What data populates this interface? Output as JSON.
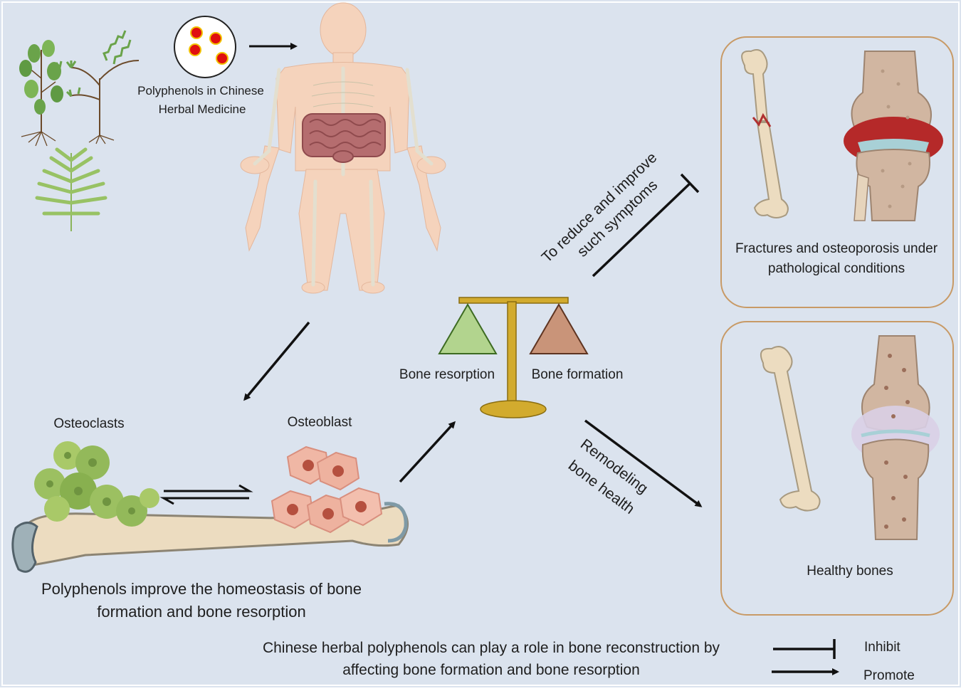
{
  "labels": {
    "herbal_polyphenols": [
      "Polyphenols in Chinese",
      "Herbal Medicine"
    ],
    "osteoclasts": "Osteoclasts",
    "osteoblast": "Osteoblast",
    "homeostasis": [
      "Polyphenols improve the homeostasis of bone",
      "formation and bone resorption"
    ],
    "bone_resorption": "Bone resorption",
    "bone_formation": "Bone formation",
    "reduce_improve": [
      "To reduce and improve",
      "such symptoms"
    ],
    "remodeling": [
      "Remodeling",
      "bone health"
    ],
    "fractures": [
      "Fractures and osteoporosis under",
      "pathological conditions"
    ],
    "healthy_bones": "Healthy bones",
    "summary": [
      "Chinese herbal polyphenols can play a role in bone reconstruction by",
      "affecting bone formation and bone resorption"
    ]
  },
  "legend": {
    "inhibit": "Inhibit",
    "promote": "Promote"
  },
  "colors": {
    "background": "#dbe3ee",
    "panel_border": "#c89a66",
    "resorption_triangle": "#b2d48e",
    "formation_triangle": "#c99479",
    "balance_gold": "#d2ab2e",
    "osteoclast_green": "#93b95a",
    "osteoblast_pink": "#eeb29f",
    "bone": "#ecdcc0",
    "skin": "#f5d3bc"
  }
}
